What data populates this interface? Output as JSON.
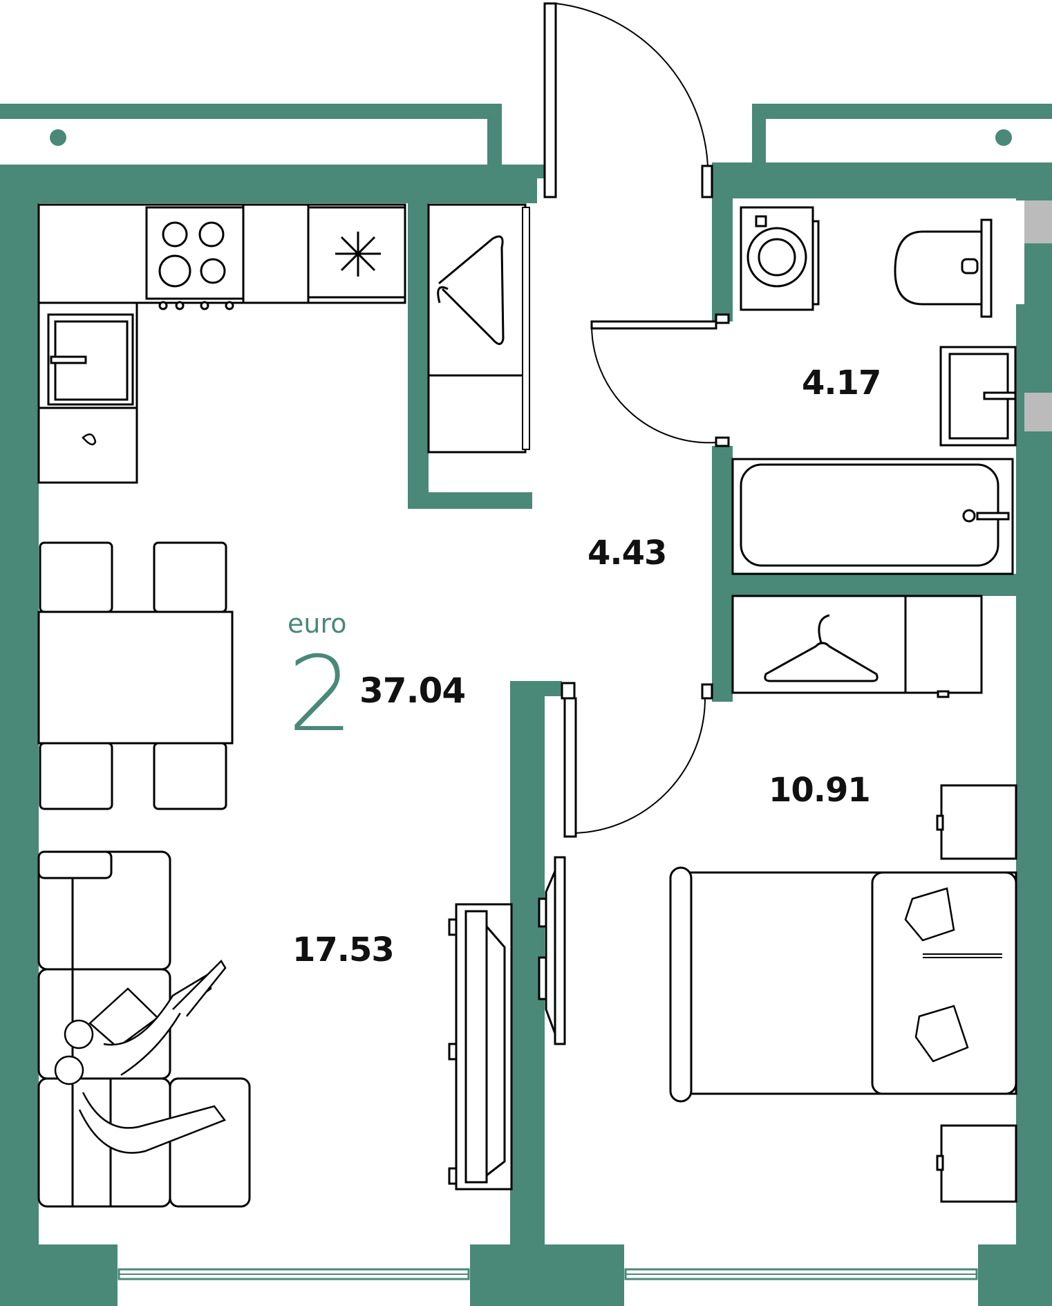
{
  "plan": {
    "rooms": [
      {
        "id": "living-kitchen",
        "area": "17.53"
      },
      {
        "id": "hall",
        "area": "4.43"
      },
      {
        "id": "bathroom",
        "area": "4.17"
      },
      {
        "id": "bedroom",
        "area": "10.91"
      }
    ],
    "badge": {
      "type_label": "euro",
      "room_count": "2",
      "total_area": "37.04"
    }
  },
  "colors": {
    "wall": "#4a8878",
    "line": "#000000",
    "fixture_bg": "#ffffff",
    "neighbor": "#bbbbbb",
    "brand": "#4a8878"
  }
}
